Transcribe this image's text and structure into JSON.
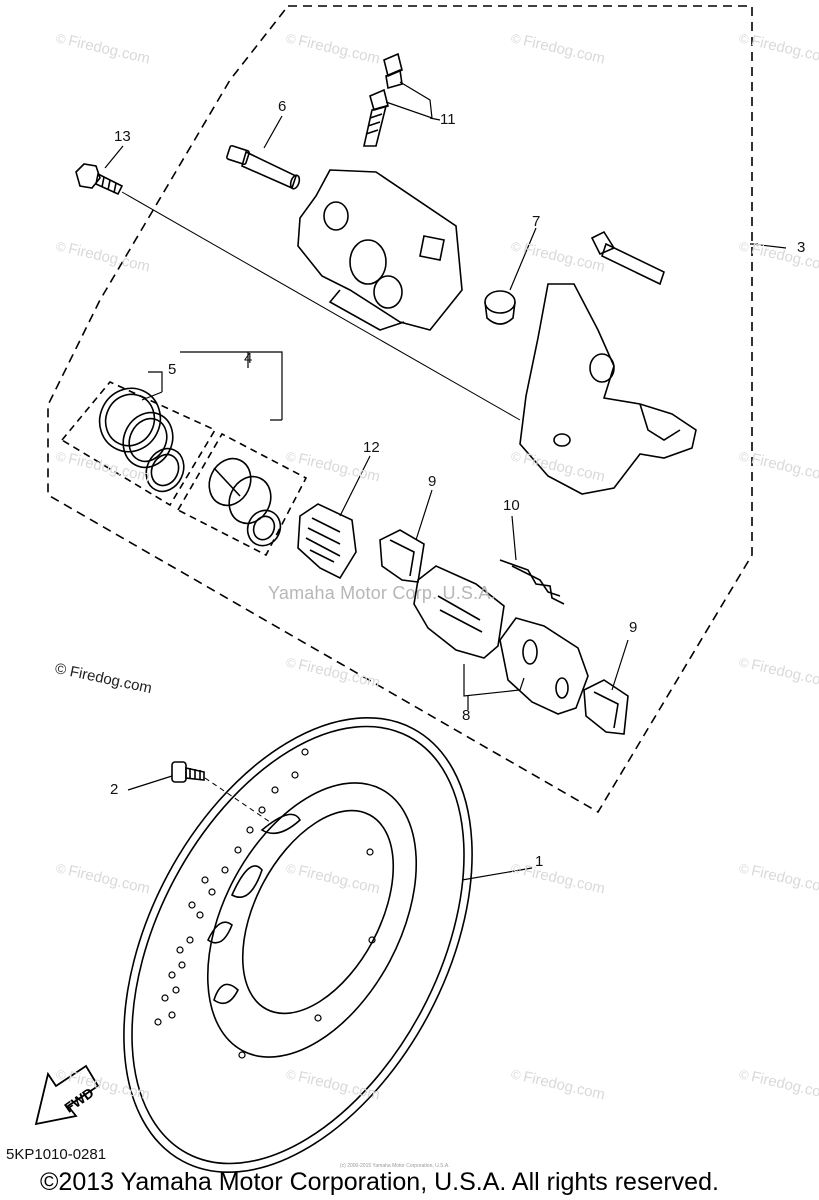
{
  "watermark_text": "Firedog.com",
  "watermark_symbol": "©",
  "center_watermark": "Yamaha Motor Corp. U.S.A.",
  "callouts": {
    "c1": "1",
    "c2": "2",
    "c3": "3",
    "c4": "4",
    "c5": "5",
    "c6": "6",
    "c7": "7",
    "c8": "8",
    "c9a": "9",
    "c9b": "9",
    "c10": "10",
    "c11": "11",
    "c12": "12",
    "c13": "13"
  },
  "firedog_credit": "© Firedog.com",
  "fwd_label": "FWD",
  "diagram_code": "5KP1010-0281",
  "tiny_mark": "(c) 2000-2015 Yamaha Motor Corporation, U.S.A.",
  "copyright": "©2013 Yamaha Motor Corporation, U.S.A. All rights reserved.",
  "colors": {
    "line": "#000000",
    "watermark": "#d9d9d9",
    "background": "#ffffff"
  }
}
